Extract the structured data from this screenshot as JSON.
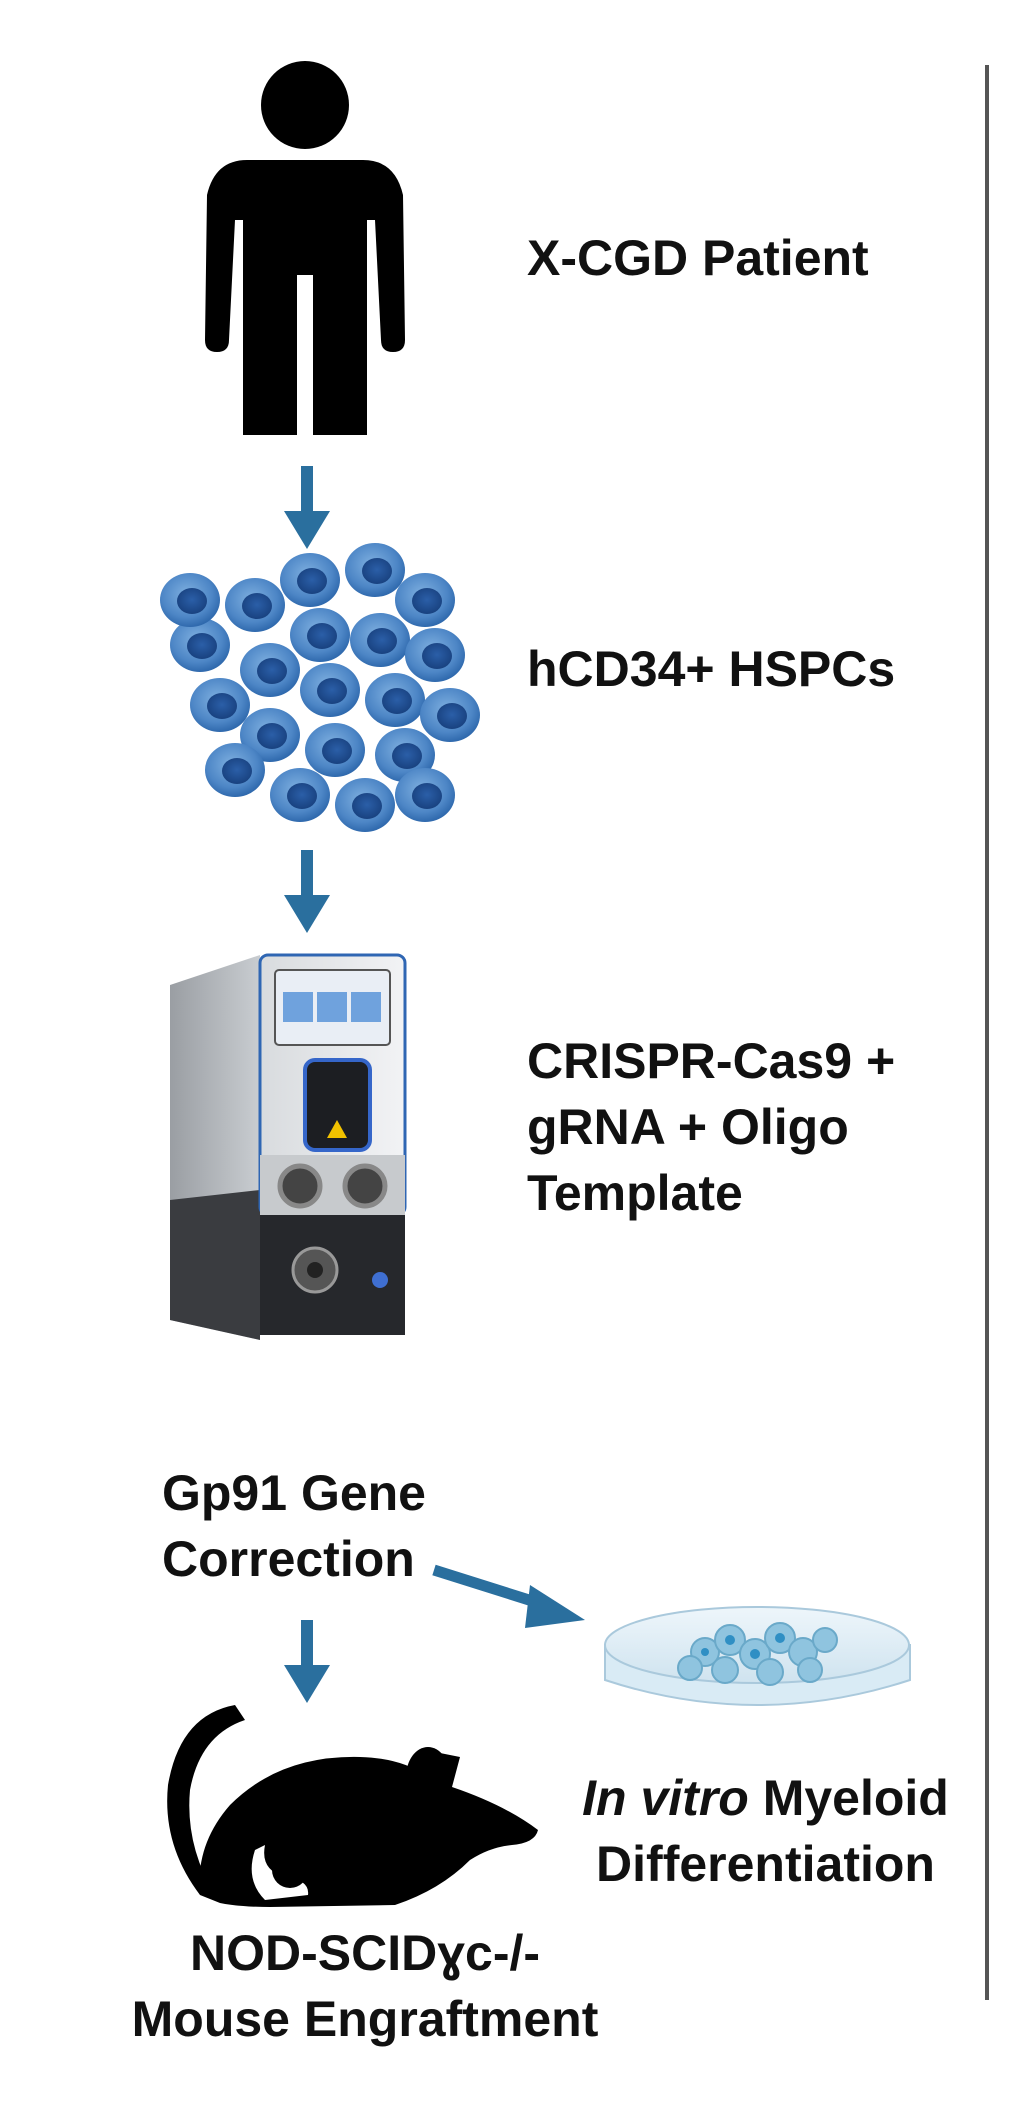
{
  "colors": {
    "arrow": "#2a6f9e",
    "text": "#111111",
    "silhouette": "#000000",
    "cell_outer": "#4d86c6",
    "cell_nucleus": "#1f4f93",
    "divider": "#555555"
  },
  "steps": {
    "patient": {
      "icon": "person-icon",
      "label": "X-CGD Patient"
    },
    "cells": {
      "icon": "cell-cluster-icon",
      "label": "hCD34+ HSPCs"
    },
    "device": {
      "icon": "electroporation-device-icon",
      "lines": [
        "CRISPR-Cas9 +",
        "gRNA  + Oligo",
        "Template"
      ]
    },
    "correction": {
      "lines": [
        "Gp91 Gene",
        "Correction"
      ]
    },
    "in_vitro": {
      "icon": "petri-dish-icon",
      "line1_italic": "In vitro",
      "line1_rest": " Myeloid",
      "line2": "Differentiation"
    },
    "mouse": {
      "icon": "mouse-icon",
      "lines": [
        "NOD-SCIDɣc-/-",
        "Mouse Engraftment"
      ]
    }
  }
}
